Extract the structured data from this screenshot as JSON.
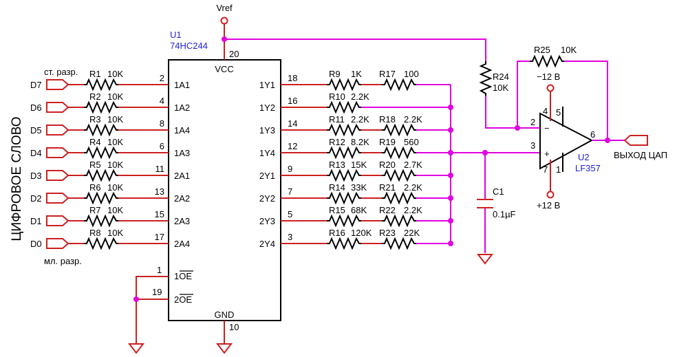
{
  "vref_label": "Vref",
  "u1": {
    "ref": "U1",
    "part": "74HC244",
    "vcc": "VCC",
    "gnd": "GND",
    "vcc_pin": "20",
    "gnd_pin": "10",
    "oe1_pin": "1",
    "oe2_pin": "19",
    "oe1_label": "1OE",
    "oe2_label": "2OE"
  },
  "input_side_label": "ЦИФРОВОЕ СЛОВО",
  "msb_label": "ст. разр.",
  "lsb_label": "мл. разр.",
  "inputs": [
    {
      "port": "D7",
      "res": "R1",
      "val": "10K",
      "pin": "2",
      "func": "1A1"
    },
    {
      "port": "D6",
      "res": "R2",
      "val": "10K",
      "pin": "4",
      "func": "1A2"
    },
    {
      "port": "D5",
      "res": "R3",
      "val": "10K",
      "pin": "8",
      "func": "1A4"
    },
    {
      "port": "D4",
      "res": "R4",
      "val": "10K",
      "pin": "6",
      "func": "1A3"
    },
    {
      "port": "D3",
      "res": "R5",
      "val": "10K",
      "pin": "11",
      "func": "2A1"
    },
    {
      "port": "D2",
      "res": "R6",
      "val": "10K",
      "pin": "13",
      "func": "2A2"
    },
    {
      "port": "D1",
      "res": "R7",
      "val": "10K",
      "pin": "15",
      "func": "2A3"
    },
    {
      "port": "D0",
      "res": "R8",
      "val": "10K",
      "pin": "17",
      "func": "2A4"
    }
  ],
  "outputs": [
    {
      "func": "1Y1",
      "pin": "18",
      "ra": "R9",
      "va": "1K",
      "rb": "R17",
      "vb": "100"
    },
    {
      "func": "1Y2",
      "pin": "16",
      "ra": "R10",
      "va": "2.2K",
      "rb": "",
      "vb": ""
    },
    {
      "func": "1Y3",
      "pin": "14",
      "ra": "R11",
      "va": "2.2K",
      "rb": "R18",
      "vb": "2.2K"
    },
    {
      "func": "1Y4",
      "pin": "12",
      "ra": "R12",
      "va": "8.2K",
      "rb": "R19",
      "vb": "560"
    },
    {
      "func": "2Y1",
      "pin": "9",
      "ra": "R13",
      "va": "15K",
      "rb": "R20",
      "vb": "2.7K"
    },
    {
      "func": "2Y2",
      "pin": "7",
      "ra": "R14",
      "va": "33K",
      "rb": "R21",
      "vb": "2.2K"
    },
    {
      "func": "2Y3",
      "pin": "5",
      "ra": "R15",
      "va": "68K",
      "rb": "R22",
      "vb": "2.2K"
    },
    {
      "func": "2Y4",
      "pin": "3",
      "ra": "R16",
      "va": "120K",
      "rb": "R23",
      "vb": "22K"
    }
  ],
  "r24": {
    "ref": "R24",
    "val": "10K"
  },
  "r25": {
    "ref": "R25",
    "val": "10K"
  },
  "c1": {
    "ref": "C1",
    "val": "0.1µF"
  },
  "u2": {
    "ref": "U2",
    "part": "LF357",
    "pin_minus": "2",
    "pin_plus": "3",
    "pin_out": "6",
    "pin4": "4",
    "pin5": "5",
    "pin7": "7",
    "pin1": "1",
    "neg_supply": "−12 В",
    "pos_supply": "+12 В"
  },
  "output_label": "ВЫХОД ЦАП"
}
